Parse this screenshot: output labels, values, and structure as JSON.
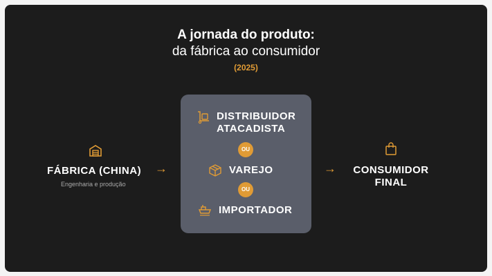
{
  "title": {
    "line1": "A jornada do produto:",
    "line2": "da fábrica ao consumidor",
    "year": "(2025)"
  },
  "factory": {
    "label": "FÁBRICA (CHINA)",
    "sub": "Engenharia e produção",
    "icon": "warehouse-icon"
  },
  "middle": {
    "items": [
      {
        "label1": "DISTRIBUIDOR",
        "label2": "ATACADISTA",
        "icon": "hand-truck-icon"
      },
      {
        "label": "VAREJO",
        "icon": "box-icon"
      },
      {
        "label": "IMPORTADOR",
        "icon": "ship-icon"
      }
    ],
    "or": "OU"
  },
  "consumer": {
    "label1": "CONSUMIDOR",
    "label2": "FINAL",
    "icon": "shopping-bag-icon"
  },
  "arrow": "→",
  "colors": {
    "accent": "#e09b35",
    "bg": "#1c1c1c",
    "box": "#5a5e6a"
  }
}
